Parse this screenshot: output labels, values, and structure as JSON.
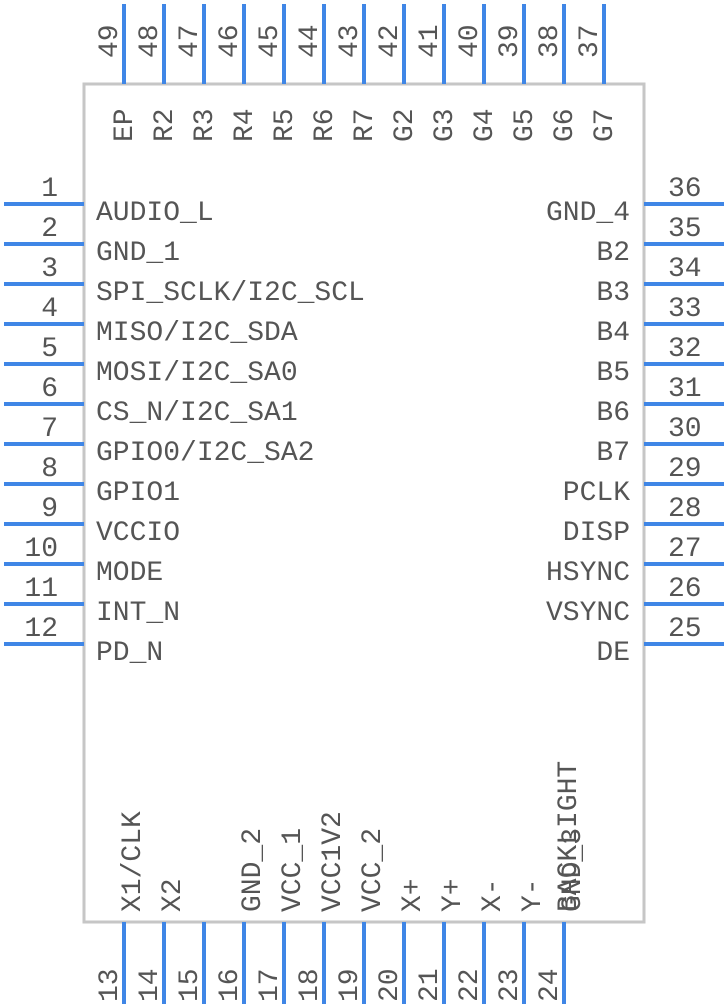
{
  "left_pins": [
    {
      "num": "1",
      "name": "AUDIO_L"
    },
    {
      "num": "2",
      "name": "GND_1"
    },
    {
      "num": "3",
      "name": "SPI_SCLK/I2C_SCL"
    },
    {
      "num": "4",
      "name": "MISO/I2C_SDA"
    },
    {
      "num": "5",
      "name": "MOSI/I2C_SA0"
    },
    {
      "num": "6",
      "name": "CS_N/I2C_SA1"
    },
    {
      "num": "7",
      "name": "GPIO0/I2C_SA2"
    },
    {
      "num": "8",
      "name": "GPIO1"
    },
    {
      "num": "9",
      "name": "VCCIO"
    },
    {
      "num": "10",
      "name": "MODE"
    },
    {
      "num": "11",
      "name": "INT_N"
    },
    {
      "num": "12",
      "name": "PD_N"
    }
  ],
  "right_pins": [
    {
      "num": "36",
      "name": "GND_4"
    },
    {
      "num": "35",
      "name": "B2"
    },
    {
      "num": "34",
      "name": "B3"
    },
    {
      "num": "33",
      "name": "B4"
    },
    {
      "num": "32",
      "name": "B5"
    },
    {
      "num": "31",
      "name": "B6"
    },
    {
      "num": "30",
      "name": "B7"
    },
    {
      "num": "29",
      "name": "PCLK"
    },
    {
      "num": "28",
      "name": "DISP"
    },
    {
      "num": "27",
      "name": "HSYNC"
    },
    {
      "num": "26",
      "name": "VSYNC"
    },
    {
      "num": "25",
      "name": "DE"
    }
  ],
  "top_pins": [
    {
      "num": "49",
      "name": "EP"
    },
    {
      "num": "48",
      "name": "R2"
    },
    {
      "num": "47",
      "name": "R3"
    },
    {
      "num": "46",
      "name": "R4"
    },
    {
      "num": "45",
      "name": "R5"
    },
    {
      "num": "44",
      "name": "R6"
    },
    {
      "num": "43",
      "name": "R7"
    },
    {
      "num": "42",
      "name": "G2"
    },
    {
      "num": "41",
      "name": "G3"
    },
    {
      "num": "40",
      "name": "G4"
    },
    {
      "num": "39",
      "name": "G5"
    },
    {
      "num": "38",
      "name": "G6"
    },
    {
      "num": "37",
      "name": "G7"
    }
  ],
  "bottom_pins": [
    {
      "num": "13",
      "name": "X1/CLK"
    },
    {
      "num": "14",
      "name": "X2"
    },
    {
      "num": "15",
      "name": ""
    },
    {
      "num": "16",
      "name": "GND_2"
    },
    {
      "num": "17",
      "name": "VCC_1"
    },
    {
      "num": "18",
      "name": "VCC1V2"
    },
    {
      "num": "19",
      "name": "VCC_2"
    },
    {
      "num": "20",
      "name": "X+"
    },
    {
      "num": "21",
      "name": "Y+"
    },
    {
      "num": "22",
      "name": "X-"
    },
    {
      "num": "23",
      "name": "Y-"
    },
    {
      "num": "24",
      "name": "GND_3"
    },
    {
      "num": "",
      "name": "BACKLIGHT"
    }
  ],
  "colors": {
    "pin": "#3f86e6",
    "body_outline": "#c6c6c6",
    "text": "#555555"
  }
}
